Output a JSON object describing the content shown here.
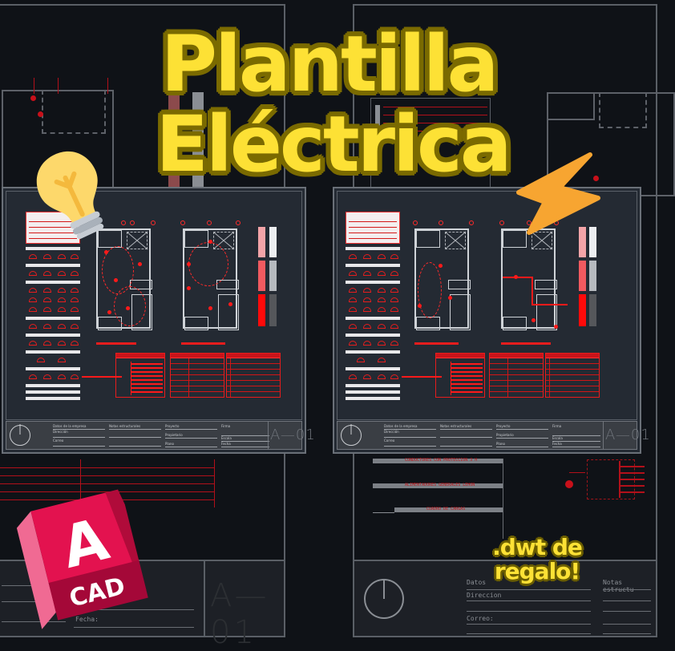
{
  "headline": {
    "line1": "Plantilla",
    "line2": "Eléctrica"
  },
  "badge": {
    "line1": ".dwt de",
    "line2": "regalo!"
  },
  "logo": {
    "letter": "A",
    "label": "CAD",
    "icon": "autocad-logo-icon"
  },
  "icons": {
    "bulb": "light-bulb-icon",
    "bolt": "lightning-bolt-icon"
  },
  "background_sheet": {
    "sheet_number": "A—01",
    "title_block": {
      "datos_label": "Datos",
      "direccion_label": "Direccion",
      "correo_label": "Correo:",
      "notas_label": "Notas estructu",
      "fecha_label": "Fecha:"
    },
    "schedule_headers": [
      "CONDUCTORES CON PROTECCION 3 H",
      "ALIMENTADORES GENERALES LEHON",
      "CUADRO DE CARGAS"
    ]
  },
  "preview_sheets": [
    {
      "sheet_number": "A—01",
      "title_block": {
        "col1_header": "Datos de la empresa",
        "col1_rows": [
          "Dirección",
          "Correo"
        ],
        "col2_header": "Notas estructurales",
        "col3_header": "Proyecto",
        "col3_rows": [
          "Propietario",
          "Plano"
        ],
        "col4_header": "Firma",
        "col4_rows": [
          "Escala",
          "Fecha"
        ]
      }
    },
    {
      "sheet_number": "A—01",
      "title_block": {
        "col1_header": "Datos de la empresa",
        "col1_rows": [
          "Dirección",
          "Correo"
        ],
        "col2_header": "Notas estructurales",
        "col3_header": "Proyecto",
        "col3_rows": [
          "Propietario",
          "Plano"
        ],
        "col4_header": "Firma",
        "col4_rows": [
          "Escala",
          "Fecha"
        ]
      }
    }
  ],
  "colors": {
    "background": "#0f1217",
    "sheet": "#242a33",
    "title_yellow": "#fde135",
    "title_outline": "#7a6a00",
    "cad_red": "#e61d1d",
    "autocad_pink": "#e3124f",
    "bolt_orange": "#f7a531",
    "bulb_yellow": "#fdd86b"
  }
}
